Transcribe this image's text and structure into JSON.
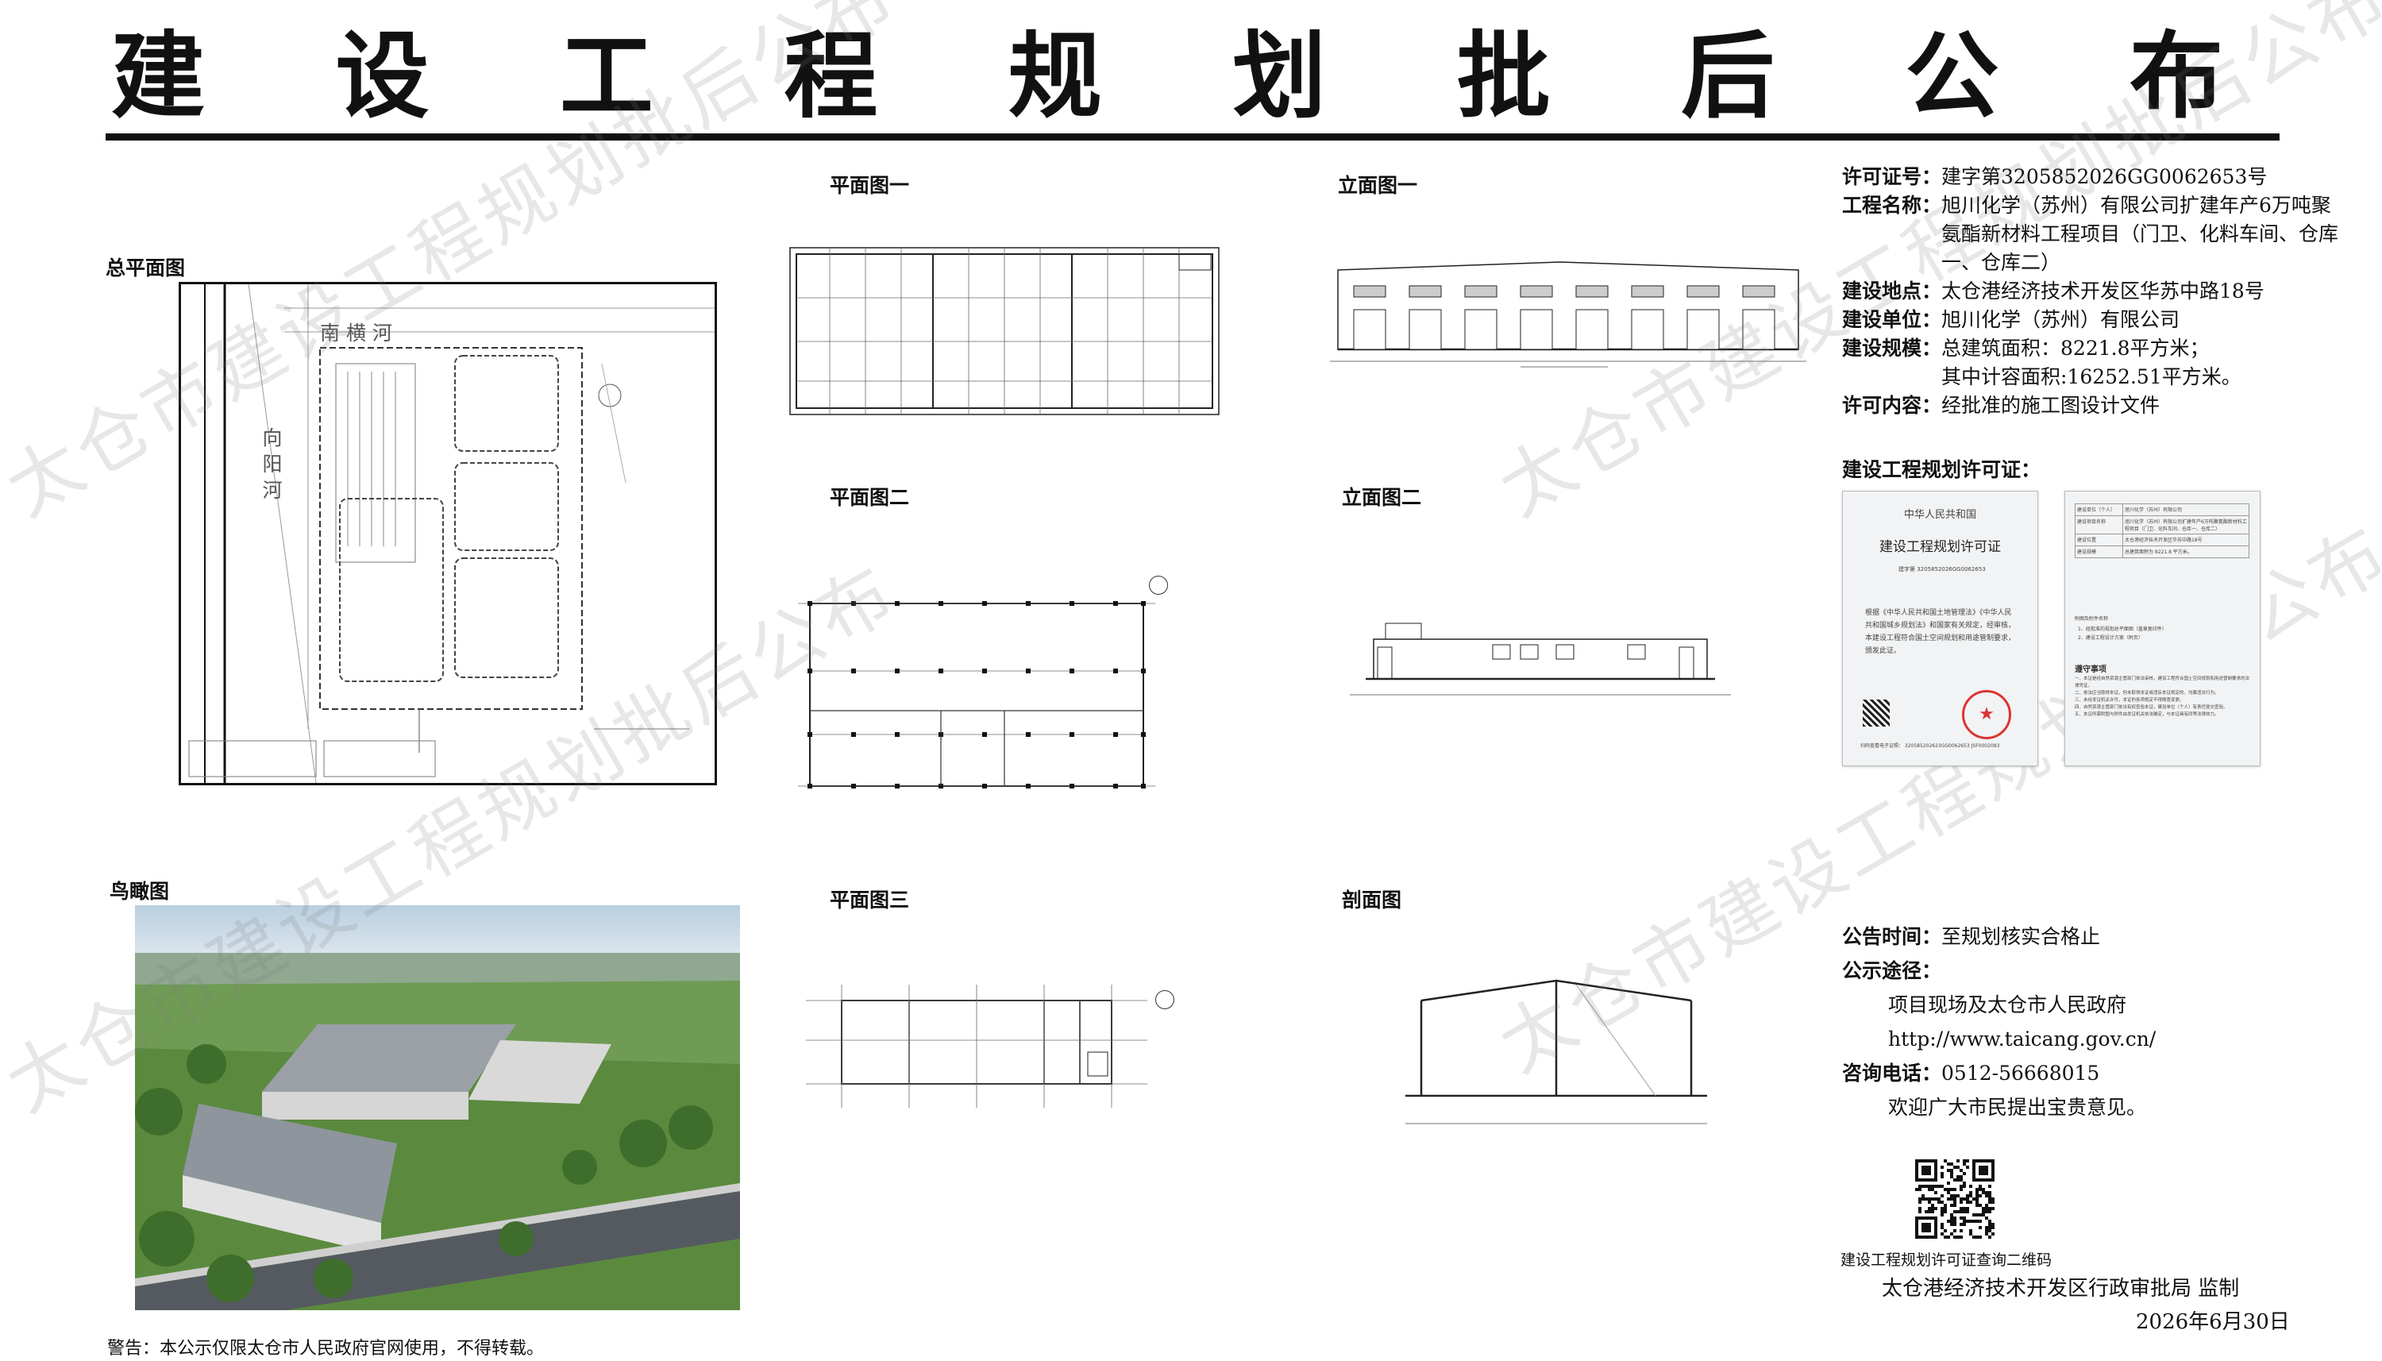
{
  "title_chars": [
    "建",
    "设",
    "工",
    "程",
    "规",
    "划",
    "批",
    "后",
    "公",
    "布"
  ],
  "watermark_text": "太仓市建设工程规划批后公布",
  "labels": {
    "site_plan": "总平面图",
    "aerial": "鸟瞰图",
    "plan1": "平面图一",
    "plan2": "平面图二",
    "plan3": "平面图三",
    "elev1": "立面图一",
    "elev2": "立面图二",
    "section": "剖面图"
  },
  "site_plan_text": {
    "north_river": "南 横 河",
    "west_river": "向 阳 河"
  },
  "info": {
    "permit_no": {
      "k": "许可证号：",
      "v": "建字第3205852026GG0062653号"
    },
    "project_name": {
      "k": "工程名称：",
      "v": "旭川化学（苏州）有限公司扩建年产6万吨聚氨酯新材料工程项目（门卫、化料车间、仓库一、仓库二）"
    },
    "location": {
      "k": "建设地点：",
      "v": "太仓港经济技术开发区华苏中路18号"
    },
    "unit": {
      "k": "建设单位：",
      "v": "旭川化学（苏州）有限公司"
    },
    "scale": {
      "k": "建设规模：",
      "v": "总建筑面积：8221.8平方米；"
    },
    "scale2": "其中计容面积:16252.51平方米。",
    "content": {
      "k": "许可内容：",
      "v": "经批准的施工图设计文件"
    }
  },
  "cert_title": "建设工程规划许可证：",
  "cert_left": {
    "country": "中华人民共和国",
    "name": "建设工程规划许可证",
    "number": "建字第 3205852026GG0062653",
    "body": "根据《中华人民共和国土地管理法》《中华人民共和国城乡规划法》和国家有关规定，经审核，本建设工程符合国土空间规划和用途管制要求，颁发此证。",
    "footer": "扫码查看电子证照： 320585202623GG0062653 JSF0002083"
  },
  "cert_right": {
    "rows": [
      [
        "建设单位（个人）",
        "旭川化学（苏州）有限公司"
      ],
      [
        "建设项目名称",
        "旭川化学（苏州）有限公司扩建年产6万吨聚氨酯新材料工程项目（门卫、化料车间、仓库一、仓库二）"
      ],
      [
        "建设位置",
        "太仓港经济技术开发区华苏中路18号"
      ],
      [
        "建设规模",
        "总建筑面积为 8221.8 平方米。"
      ]
    ],
    "attach_title": "附图及附件名称",
    "attach1": "1、经批准的规划总平面图（盖章复印件）",
    "attach2": "2、建设工程设计方案（附页）",
    "notice_title": "遵守事项",
    "notices": [
      "一、本证是经自然资源主管部门依法审核，建设工程符合国土空间规划和用途管制要求的法律凭证。",
      "二、依法应当取得本证，但未取得本证或违反本证规定的，均属违法行为。",
      "三、未经发证机关许可，本证的各项规定不得随意变更。",
      "四、自然资源主管部门依法有权查验本证，建设单位（个人）有责任提交查验。",
      "五、本证所需附图与附件由发证机关依法确定，与本证具有同等法律效力。"
    ]
  },
  "announce": {
    "time": {
      "k": "公告时间：",
      "v": "至规划核实合格止"
    },
    "channel": {
      "k": "公示途径：",
      "v": ""
    },
    "channel1": "项目现场及太仓市人民政府",
    "channel2": "http://www.taicang.gov.cn/",
    "phone": {
      "k": "咨询电话：",
      "v": "0512-56668015"
    },
    "welcome": "欢迎广大市民提出宝贵意见。"
  },
  "qr_caption": "建设工程规划许可证查询二维码",
  "authority": "太仓港经济技术开发区行政审批局  监制",
  "date": "2026年6月30日",
  "warning": "警告：本公示仅限太仓市人民政府官网使用，不得转载。"
}
